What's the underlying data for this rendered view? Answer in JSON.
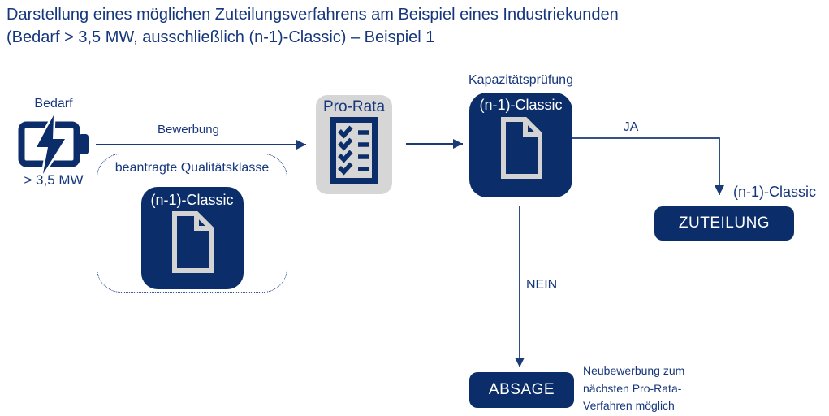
{
  "colors": {
    "navy_box": "#0b2d69",
    "text_navy": "#17377d",
    "box_gray": "#d6d6d6",
    "icon_gray": "#d3d3d3",
    "result_text": "#ffffff"
  },
  "title": {
    "line1": "Darstellung eines möglichen Zuteilungsverfahrens am Beispiel eines Industriekunden",
    "line2": "(Bedarf > 3,5 MW, ausschließlich (n-1)-Classic) – Beispiel 1"
  },
  "demand": {
    "label": "Bedarf",
    "value": "> 3,5 MW",
    "icon": "battery-charging-icon"
  },
  "application": {
    "arrow_label": "Bewerbung",
    "box_label": "beantragte Qualitätsklasse",
    "class_card": {
      "label": "(n-1)-Classic",
      "icon": "document-icon"
    }
  },
  "prorata": {
    "label": "Pro-Rata",
    "icon": "checklist-icon"
  },
  "capacity_check": {
    "label": "Kapazitätsprüfung",
    "class_card": {
      "label": "(n-1)-Classic",
      "icon": "document-icon"
    }
  },
  "yes_branch": {
    "label": "JA",
    "class_label": "(n-1)-Classic",
    "result": "ZUTEILUNG"
  },
  "no_branch": {
    "label": "NEIN",
    "result": "ABSAGE",
    "note_lines": [
      "Neubewerbung zum",
      "nächsten Pro-Rata-",
      "Verfahren möglich"
    ]
  }
}
